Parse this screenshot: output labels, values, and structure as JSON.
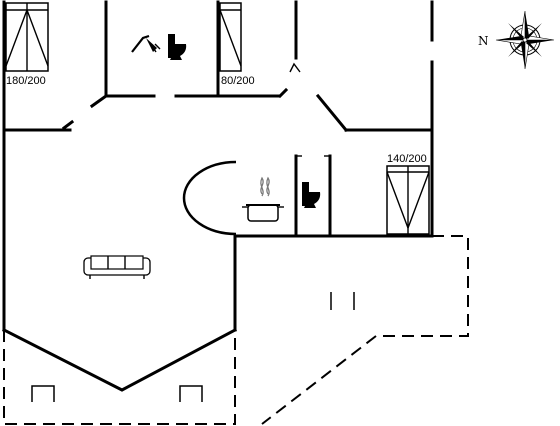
{
  "beds": [
    {
      "label": "180/200"
    },
    {
      "label": "80/200"
    },
    {
      "label": "140/200"
    }
  ],
  "compass": {
    "north_label": "N"
  },
  "icons": {
    "shower": "shower-icon",
    "toilet": "toilet-icon",
    "kitchen": "cooking-pot-icon",
    "sofa": "sofa-icon",
    "terrace_chair": "chair-icon"
  },
  "colors": {
    "line": "#000000",
    "background": "#ffffff"
  }
}
